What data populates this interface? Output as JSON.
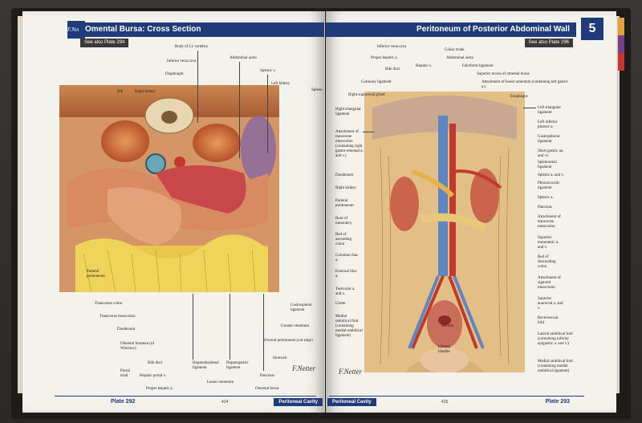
{
  "left_page": {
    "title": "Omental Bursa: Cross Section",
    "see_also": "See also Plate 294",
    "plate": "Plate 292",
    "page_number": "414",
    "section": "Peritoneal Cavity",
    "signature_box": "F.Netter",
    "artist_signature": "F.Netter",
    "labels": {
      "body_l1": "Body of L1 vertebra",
      "ivc": "Inferior vena cava",
      "aorta": "Abdominal aorta",
      "diaphragm": "Diaphragm",
      "splenic_v": "Splenic v.",
      "rib": "Rib",
      "right_kidney": "Right kidney",
      "left_kidney": "Left kidney",
      "spleen": "Spleen",
      "parietal_peritoneum": "Parietal peritoneum",
      "transverse_colon": "Transverse colon",
      "transverse_mesocolon": "Transverse mesocolon",
      "duodenum": "Duodenum",
      "omental_foramen": "Omental foramen (of Winslow)",
      "bile_duct": "Bile duct",
      "portal_triad": "Portal triad",
      "hepatic_portal_v": "Hepatic portal v.",
      "proper_hepatic_a": "Proper hepatic a.",
      "hepatoduodenal": "Hepatoduodenal ligament",
      "hepatogastric": "Hepatogastric ligament",
      "lesser_omentum": "Lesser omentum",
      "pancreas": "Pancreas",
      "omental_bursa": "Omental bursa",
      "stomach": "Stomach",
      "visceral_peritoneum": "Visceral peritoneum (cut edge)",
      "greater_omentum": "Greater omentum",
      "gastrosplenic": "Gastrosplenic ligament"
    }
  },
  "right_page": {
    "title": "Peritoneum of Posterior Abdominal Wall",
    "see_also": "See also Plate 296",
    "chapter": "5",
    "plate": "Plate 293",
    "page_number": "415",
    "section": "Peritoneal Cavity",
    "artist_signature": "F.Netter",
    "labels": {
      "ivc": "Inferior vena cava",
      "proper_hepatic_a": "Proper hepatic a.",
      "celiac_trunk": "Celiac trunk",
      "abdominal_aorta": "Abdominal aorta",
      "bile_duct": "Bile duct",
      "hepatic_v": "Hepatic v.",
      "falciform": "Falciform ligament",
      "coronary": "Coronary ligament",
      "superior_recess": "Superior recess of omental bursa",
      "attachment_lesser": "Attachment of lesser omentum (containing left gastric a.)",
      "right_suprarenal": "Right suprarenal gland",
      "esophagus": "Esophagus",
      "right_triangular": "Right triangular ligament",
      "left_triangular": "Left triangular ligament",
      "left_inferior_phrenic": "Left inferior phrenic a.",
      "attachment_transverse_left": "Attachment of transverse mesocolon (containing right gastro-omental a. and v.)",
      "gastrophrenic": "Gastrophrenic ligament",
      "short_gastric": "Short gastric aa. and vv.",
      "duodenum": "Duodenum",
      "splenorenal": "Splenorenal ligament",
      "right_kidney": "Right kidney",
      "splenic_av": "Splenic a. and v.",
      "phrenicocolic": "Phrenicocolic ligament",
      "parietal_peritoneum": "Parietal peritoneum",
      "splenic_a": "Splenic a.",
      "root_mesentery": "Root of mesentery",
      "pancreas": "Pancreas",
      "bed_ascending": "Bed of ascending colon",
      "attachment_transverse_right": "Attachment of transverse mesocolon",
      "common_iliac": "Common iliac a.",
      "superior_mesenteric": "Superior mesenteric a. and v.",
      "external_iliac": "External iliac a.",
      "bed_descending": "Bed of descending colon",
      "testicular": "Testicular a. and v.",
      "attachment_sigmoid": "Attachment of sigmoid mesocolon",
      "ureter": "Ureter",
      "superior_anorectal": "Superior anorectal a. and v.",
      "medial_umbilical_left": "Medial umbilical fold (containing medial umbilical ligament)",
      "rectovesical": "Rectovesical fold",
      "rectum": "Rectum",
      "lateral_umbilical": "Lateral umbilical fold (containing inferior epigastric a. and v.)",
      "urinary_bladder": "Urinary bladder",
      "medial_umbilical_right": "Medial umbilical fold (containing medial umbilical ligament)"
    }
  },
  "colors": {
    "header_blue": "#1f3b7a",
    "tab_colors": [
      "#0f7a5a",
      "#c7352b",
      "#2a6bb5",
      "#e2a13a",
      "#7a3f8c",
      "#c7352b"
    ]
  }
}
